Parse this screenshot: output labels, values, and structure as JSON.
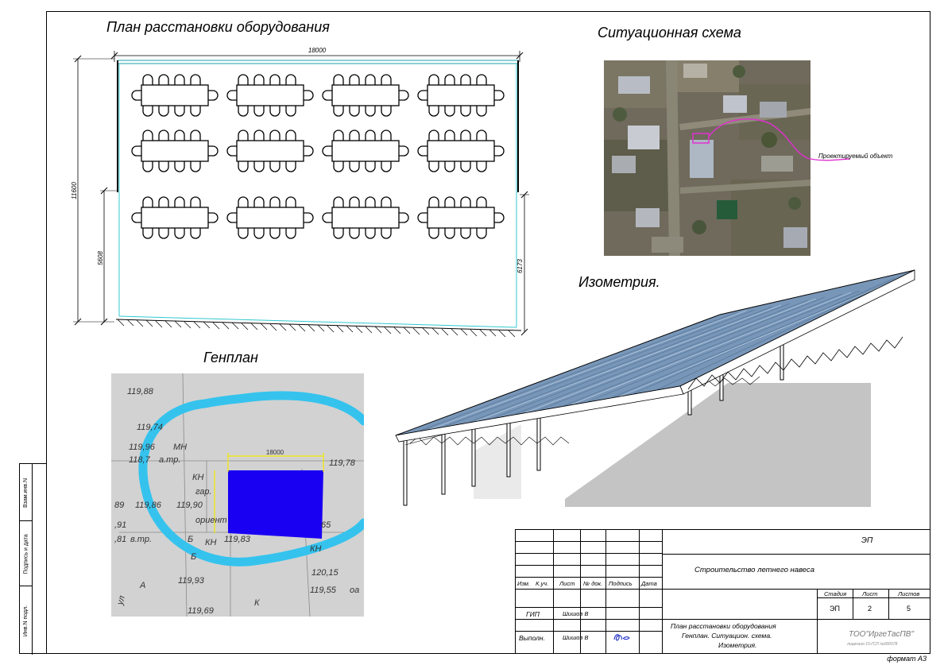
{
  "titles": {
    "plan": "План расстановки оборудования",
    "situation": "Ситуационная схема",
    "isometry": "Изометрия.",
    "genplan": "Генплан"
  },
  "plan_dims": {
    "width": "18000",
    "height": "11600",
    "left_lower": "5608",
    "right_lower": "6173"
  },
  "situation_label": "Проектируемый объект",
  "genplan_labels": {
    "dim": "18000",
    "elev1": "119,88",
    "elev2": "119,74",
    "elev3": "119,96",
    "elev4": "118,7",
    "elev5": "119,78",
    "elev6": "119,86",
    "elev7": "119,90",
    "elev8": "119,83",
    "elev9": "119,93",
    "elev10": "119,69",
    "elev11": "120,15",
    "elev12": "119,55",
    "kn1": "КН",
    "kn2": "КН",
    "kn3": "КН",
    "gar": "гар.",
    "orient": "ориент",
    "mn": "МН",
    "atr": "а.тр.",
    "etr": "в.тр.",
    "b1": "Б",
    "b2": "Б",
    "a": "А",
    "k": "К",
    "ul": "ул",
    "n89": "89",
    "n81": ",81",
    "n91": ",91",
    "n65": "65",
    "oa": "оа"
  },
  "side_strip": {
    "cell1": "Взам.инв.N",
    "cell2": "Подпись и дата",
    "cell3": "Инв.N подл."
  },
  "title_block": {
    "code": "ЭП",
    "project": "Строительство летнего навеса",
    "col_izm": "Изм.",
    "col_kuch": "К.уч.",
    "col_list": "Лист",
    "col_ndok": "№ док.",
    "col_podpis": "Подпись",
    "col_data": "Дата",
    "stadia_h": "Стадия",
    "list_h": "Лист",
    "listov_h": "Листов",
    "stadia": "ЭП",
    "list": "2",
    "listov": "5",
    "gip": "ГИП",
    "gip_name": "Шишов В",
    "vypoln": "Выполн.",
    "vypoln_name": "Шишов В",
    "sheet_name_1": "План расстановки оборудования",
    "sheet_name_2": "Генплан. Ситуацион. схема.",
    "sheet_name_3": "Изометрия.",
    "company": "ТОО\"ИргеТасПВ\"",
    "license": "лицензия 15-ГСЛ №000578"
  },
  "format": "формат А3",
  "colors": {
    "cyan": "#35c3ee",
    "blue": "#1a00f2",
    "magenta": "#e030d0",
    "yellow": "#f2ea00",
    "roof": "#7896b8"
  }
}
